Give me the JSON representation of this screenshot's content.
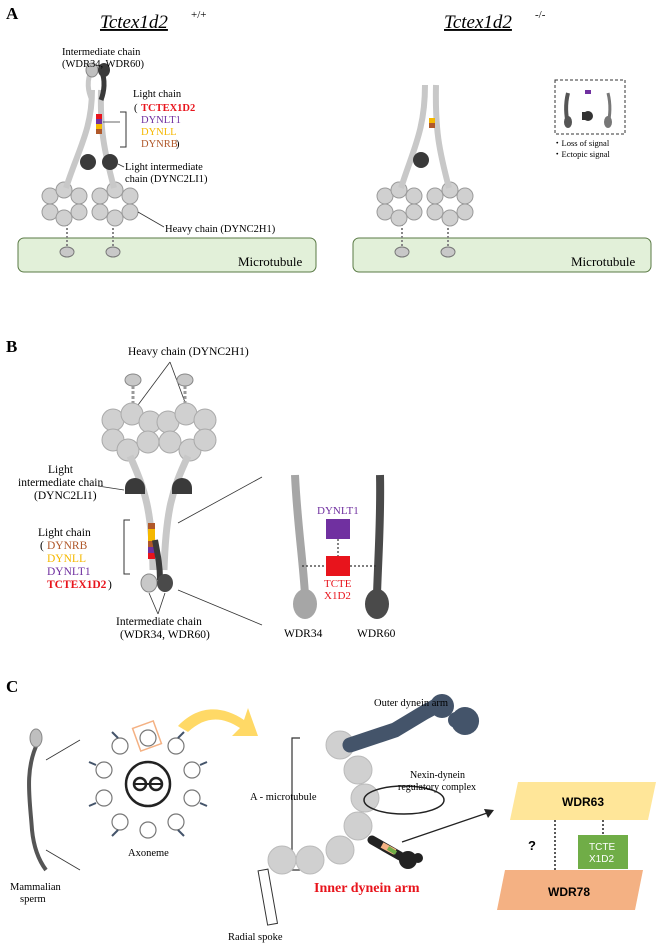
{
  "colors": {
    "tctex1d2": "#e8141c",
    "dynlt1": "#7030a0",
    "dynll": "#f5b800",
    "dynrb": "#b0582a",
    "heavy_chain_gray": "#c8c8c8",
    "dark_subunit": "#3a3a3a",
    "microtubule_fill": "#e2f0d9",
    "wdr63_fill": "#ffe699",
    "wdr78_fill": "#f4b183",
    "tctex1d2_box_fill": "#70ad47",
    "outer_arm": "#44546a",
    "arrow_yellow": "#ffd966"
  },
  "panel_a": {
    "label": "A",
    "wt_title": "Tctex1d2",
    "wt_sup": "+/+",
    "ko_title": "Tctex1d2",
    "ko_sup": "-/-",
    "ic_line1": "Intermediate chain",
    "ic_line2": "(WDR34, WDR60)",
    "lc_title": "Light chain",
    "lc_open": "(",
    "lc_tctex1d2": "TCTEX1D2",
    "lc_dynlt1": "DYNLT1",
    "lc_dynll": "DYNLL",
    "lc_dynrb": "DYNRB",
    "lc_close": ")",
    "lic_line1": "Light intermediate",
    "lic_line2": "chain (DYNC2LI1)",
    "hc_label": "Heavy chain (DYNC2H1)",
    "microtubule_left": "Microtubule",
    "microtubule_right": "Microtubule",
    "legend_loss": "・Loss of signal",
    "legend_ectopic": "・Ectopic signal"
  },
  "panel_b": {
    "label": "B",
    "hc_label": "Heavy chain (DYNC2H1)",
    "lic_line1": "Light",
    "lic_line2": "intermediate chain",
    "lic_line3": "(DYNC2LI1)",
    "lc_title": "Light chain",
    "lc_open": "(",
    "lc_dynrb": "DYNRB",
    "lc_dynll": "DYNLL",
    "lc_dynlt1": "DYNLT1",
    "lc_tctex1d2": "TCTEX1D2",
    "lc_close": ")",
    "ic_line1": "Intermediate chain",
    "ic_line2": "(WDR34, WDR60)",
    "zoom_dynlt1": "DYNLT1",
    "zoom_tcte_1": "TCTE",
    "zoom_tcte_2": "X1D2",
    "wdr34": "WDR34",
    "wdr60": "WDR60"
  },
  "panel_c": {
    "label": "C",
    "sperm_line1": "Mammalian",
    "sperm_line2": "sperm",
    "axoneme": "Axoneme",
    "outer_arm": "Outer dynein arm",
    "ndrc_line1": "Nexin-dynein",
    "ndrc_line2": "regulatory complex",
    "a_microtubule": "A - microtubule",
    "inner_arm": "Inner dynein arm",
    "radial_spoke": "Radial spoke",
    "wdr63": "WDR63",
    "wdr78": "WDR78",
    "tcte_1": "TCTE",
    "tcte_2": "X1D2",
    "question": "?"
  }
}
